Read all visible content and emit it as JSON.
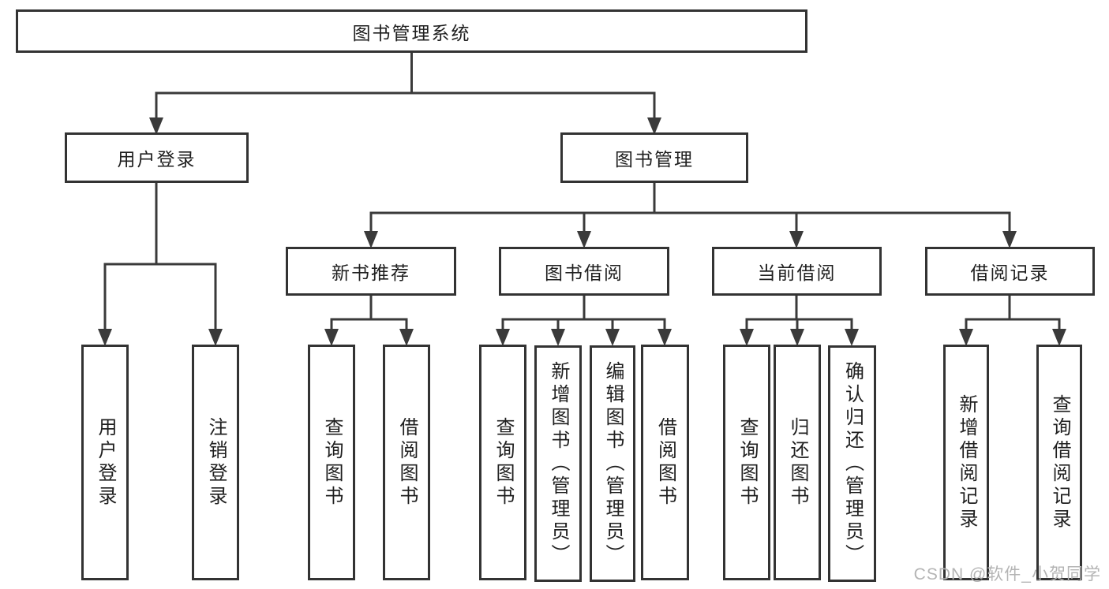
{
  "diagram": {
    "root": "图书管理系统",
    "user_login": {
      "label": "用户登录",
      "children": [
        "用户登录",
        "注销登录"
      ]
    },
    "book_management": {
      "label": "图书管理",
      "groups": [
        {
          "label": "新书推荐",
          "children": [
            "查询图书",
            "借阅图书"
          ]
        },
        {
          "label": "图书借阅",
          "children": [
            "查询图书",
            "新增图书（管理员）",
            "编辑图书（管理员）",
            "借阅图书"
          ]
        },
        {
          "label": "当前借阅",
          "children": [
            "查询图书",
            "归还图书",
            "确认归还（管理员）"
          ]
        },
        {
          "label": "借阅记录",
          "children": [
            "新增借阅记录",
            "查询借阅记录"
          ]
        }
      ]
    }
  },
  "colors": {
    "line": "#3a3a3a",
    "border": "#333333",
    "text": "#1f1f1f",
    "watermark_gray": "#b4b4b4",
    "background": "#ffffff"
  },
  "watermark": {
    "text": "CSDN @软件_小贺同学"
  }
}
